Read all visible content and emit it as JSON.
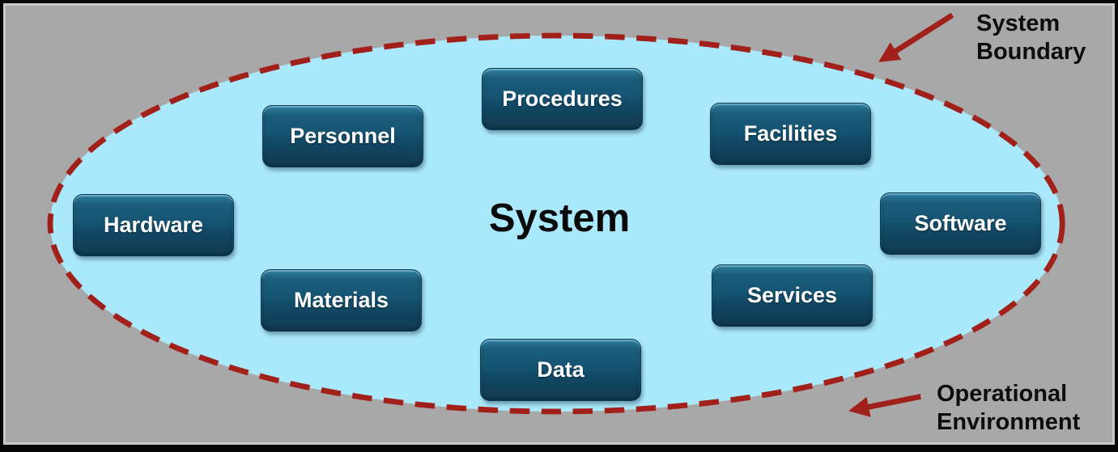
{
  "diagram": {
    "title": "System",
    "boundary_label": "System\nBoundary",
    "environment_label": "Operational\nEnvironment",
    "components": [
      "Hardware",
      "Personnel",
      "Procedures",
      "Facilities",
      "Software",
      "Materials",
      "Services",
      "Data"
    ]
  },
  "colors": {
    "background_gray": "#a8a8a8",
    "ellipse_fill": "#aae8fc",
    "boundary_dash_red": "#a1201a",
    "arrow_red": "#a1201a",
    "component_box_teal": "#155573",
    "component_text": "#ffffff",
    "label_text": "#0d0d0d",
    "frame_black": "#060606"
  }
}
